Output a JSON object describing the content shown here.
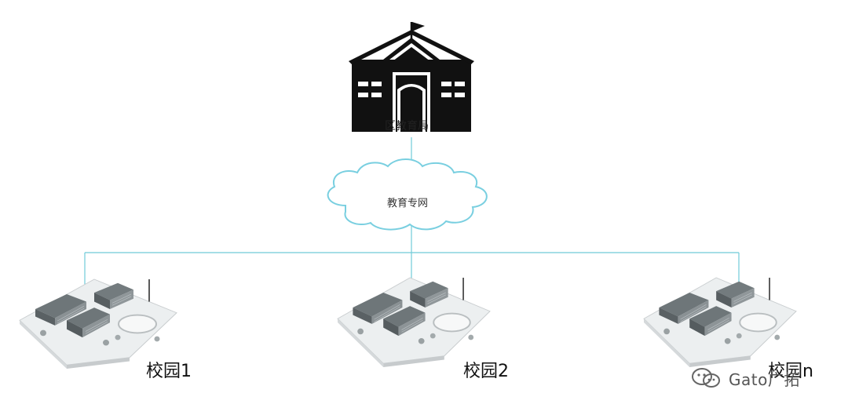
{
  "headquarters": {
    "label": "区教育局",
    "icon": "school-building-icon"
  },
  "network": {
    "label": "教育专网",
    "icon": "cloud-icon",
    "line_color": "#6fcbd8",
    "cloud_stroke": "#79cfe0"
  },
  "campuses": [
    {
      "label": "校园1",
      "icon": "campus-model-icon"
    },
    {
      "label": "校园2",
      "icon": "campus-model-icon"
    },
    {
      "label": "校园n",
      "icon": "campus-model-icon"
    }
  ],
  "watermark": {
    "text": "Gato广拓",
    "icon": "wechat-icon"
  },
  "colors": {
    "building": "#111111",
    "campus_ground": "#e6e9ea",
    "campus_buildings": "#7d8487"
  }
}
